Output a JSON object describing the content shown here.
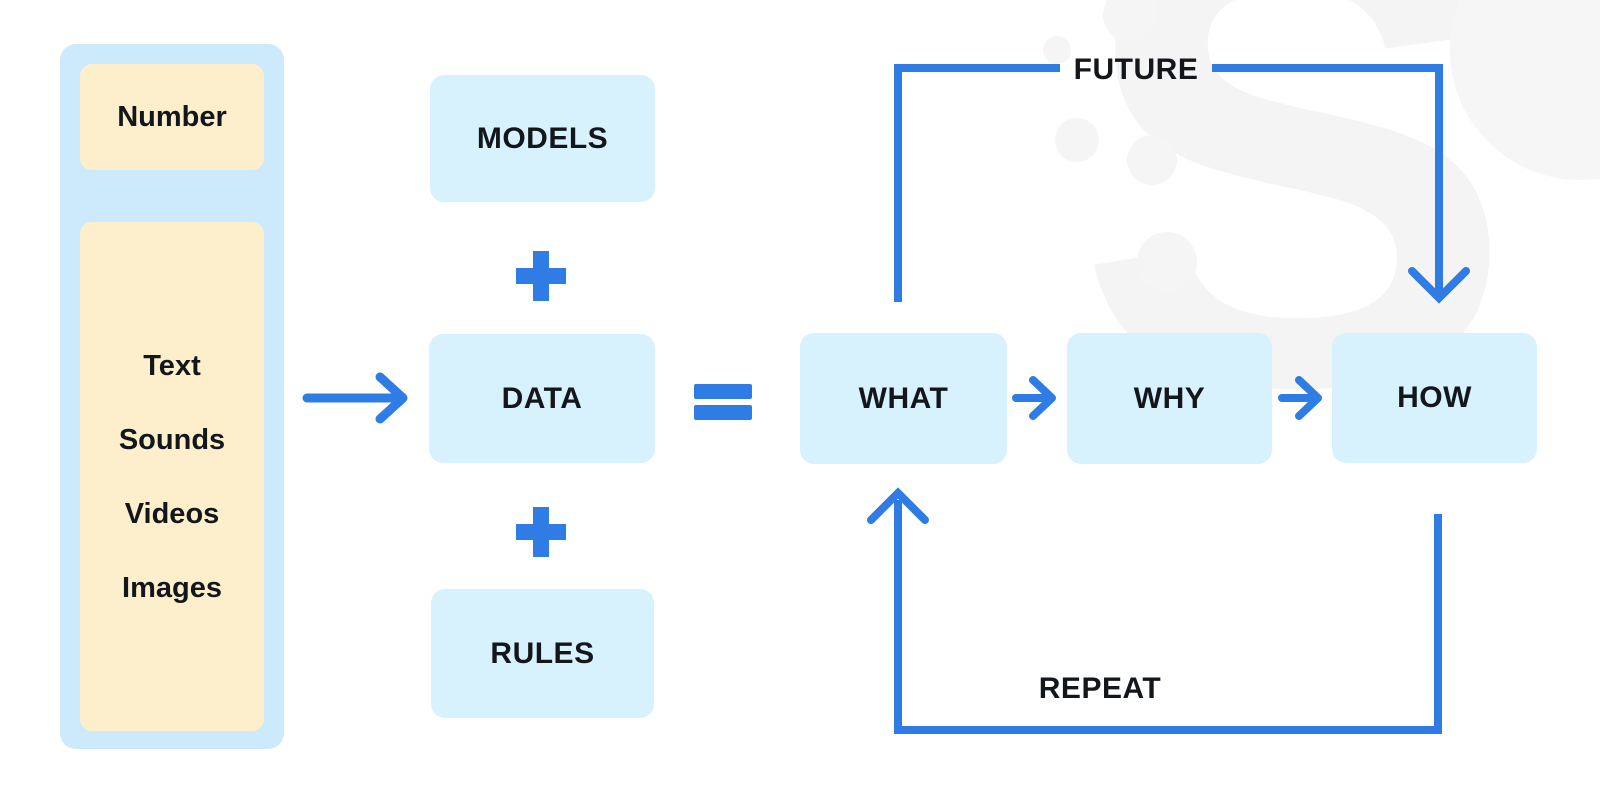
{
  "colors": {
    "accent_blue": "#2e7ce4",
    "panel_blue": "#cde9fc",
    "box_cyan": "#d7f1fd",
    "box_cream": "#fdefcb",
    "text_dark": "#13171c",
    "watermark_gray": "#f4f4f4"
  },
  "watermark": {
    "letter": "S"
  },
  "input_panel": {
    "number_box": {
      "label": "Number"
    },
    "media_box": {
      "items": [
        "Text",
        "Sounds",
        "Videos",
        "Images"
      ]
    }
  },
  "formula": {
    "models_label": "MODELS",
    "data_label": "DATA",
    "rules_label": "RULES",
    "plus_symbol": "+",
    "equals_symbol": "="
  },
  "pipeline": {
    "steps": [
      "WHAT",
      "WHY",
      "HOW"
    ]
  },
  "loops": {
    "future_label": "FUTURE",
    "repeat_label": "REPEAT"
  }
}
